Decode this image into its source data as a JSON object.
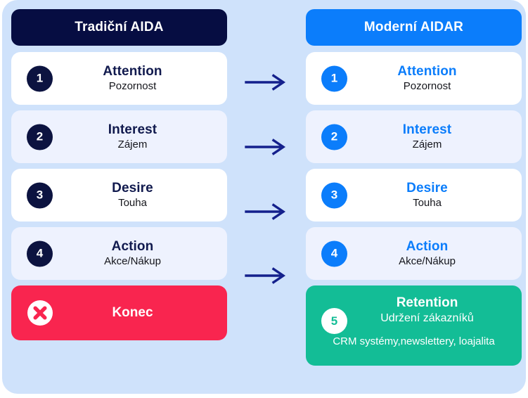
{
  "theme": {
    "panel_bg": "#cfe2fb",
    "navy": "#060d42",
    "blue": "#0b7dfb",
    "red": "#f9254f",
    "teal": "#13bd96",
    "card_white": "#ffffff",
    "card_tint": "#eef2fe",
    "arrow_color": "#14208c"
  },
  "left_column": {
    "header": "Tradiční AIDA",
    "steps": [
      {
        "number": "1",
        "title": "Attention",
        "subtitle": "Pozornost"
      },
      {
        "number": "2",
        "title": "Interest",
        "subtitle": "Zájem"
      },
      {
        "number": "3",
        "title": "Desire",
        "subtitle": "Touha"
      },
      {
        "number": "4",
        "title": "Action",
        "subtitle": "Akce/Nákup"
      }
    ],
    "end_card": {
      "label": "Konec",
      "icon": "circle-x-icon"
    }
  },
  "right_column": {
    "header": "Moderní AIDAR",
    "steps": [
      {
        "number": "1",
        "title": "Attention",
        "subtitle": "Pozornost"
      },
      {
        "number": "2",
        "title": "Interest",
        "subtitle": "Zájem"
      },
      {
        "number": "3",
        "title": "Desire",
        "subtitle": "Touha"
      },
      {
        "number": "4",
        "title": "Action",
        "subtitle": "Akce/Nákup"
      }
    ],
    "retention": {
      "number": "5",
      "title": "Retention",
      "subtitle": "Udržení zákazníků",
      "note": "CRM systémy,newslettery, loajalita"
    }
  },
  "connectors": {
    "icon": "arrow-right-icon",
    "count": 4
  }
}
